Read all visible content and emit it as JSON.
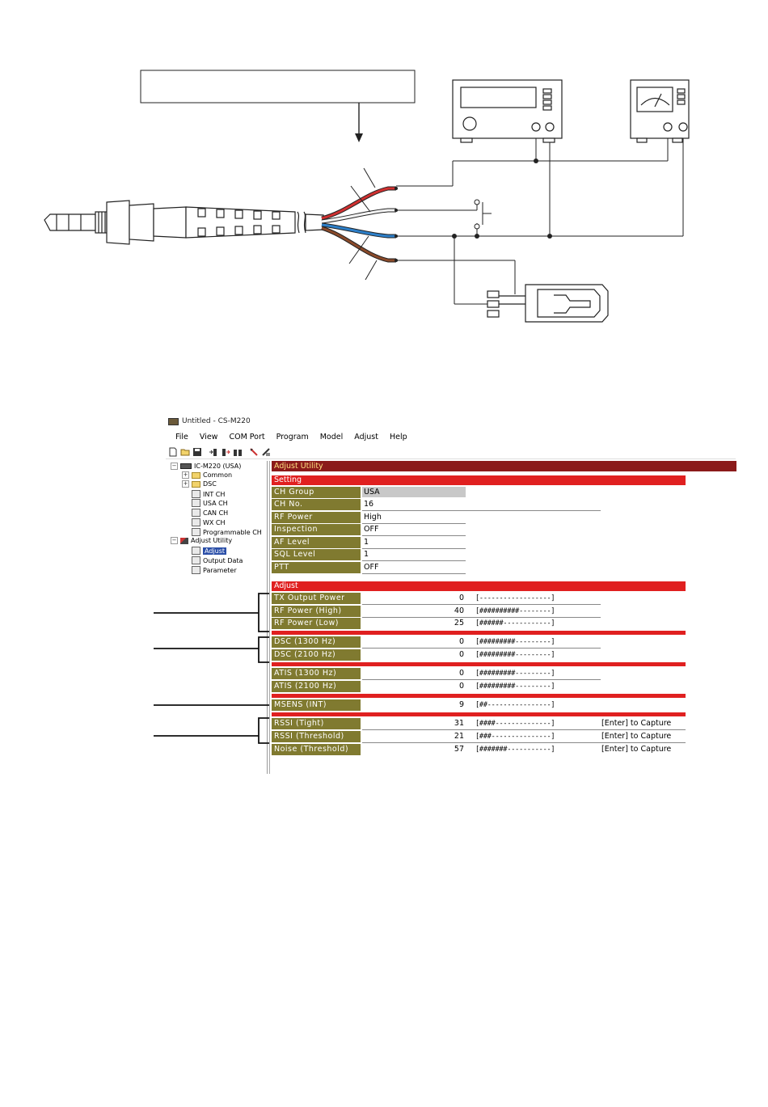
{
  "window": {
    "title": "Untitled - CS-M220",
    "menu": [
      "File",
      "View",
      "COM Port",
      "Program",
      "Model",
      "Adjust",
      "Help"
    ],
    "toolbar_icons": [
      "new-file-icon",
      "open-folder-icon",
      "save-icon",
      "read-radio-icon",
      "write-radio-icon",
      "clone-icon",
      "adjust-icon",
      "print-icon"
    ]
  },
  "tree": {
    "root": "IC-M220 (USA)",
    "items": [
      "Common",
      "DSC",
      "INT CH",
      "USA CH",
      "CAN CH",
      "WX CH",
      "Programmable CH"
    ],
    "adjust_utility": "Adjust Utility",
    "adjust_items": [
      "Adjust",
      "Output Data",
      "Parameter"
    ]
  },
  "main": {
    "header": "Adjust Utility",
    "setting_title": "Setting",
    "settings": [
      {
        "label": "CH Group",
        "value": "USA"
      },
      {
        "label": "CH No.",
        "value": "16"
      },
      {
        "label": "RF Power",
        "value": "High"
      },
      {
        "label": "Inspection",
        "value": "OFF"
      },
      {
        "label": "AF Level",
        "value": "1"
      },
      {
        "label": "SQL Level",
        "value": "1"
      },
      {
        "label": "PTT",
        "value": "OFF"
      }
    ],
    "adjust_title": "Adjust",
    "adjust_rows": [
      {
        "label": "TX Output Power",
        "value": "0",
        "bar": "[------------------]",
        "capture": ""
      },
      {
        "label": "RF Power (High)",
        "value": "40",
        "bar": "[##########--------]",
        "capture": ""
      },
      {
        "label": "RF Power (Low)",
        "value": "25",
        "bar": "[######------------]",
        "capture": ""
      },
      {
        "label": "DSC (1300 Hz)",
        "value": "0",
        "bar": "[#########---------]",
        "capture": ""
      },
      {
        "label": "DSC (2100 Hz)",
        "value": "0",
        "bar": "[#########---------]",
        "capture": ""
      },
      {
        "label": "ATIS (1300 Hz)",
        "value": "0",
        "bar": "[#########---------]",
        "capture": ""
      },
      {
        "label": "ATIS (2100 Hz)",
        "value": "0",
        "bar": "[#########---------]",
        "capture": ""
      },
      {
        "label": "MSENS (INT)",
        "value": "9",
        "bar": "[##----------------]",
        "capture": ""
      },
      {
        "label": "RSSI (Tight)",
        "value": "31",
        "bar": "[####--------------]",
        "capture": "[Enter] to Capture"
      },
      {
        "label": "RSSI (Threshold)",
        "value": "21",
        "bar": "[###---------------]",
        "capture": "[Enter] to Capture"
      },
      {
        "label": "Noise (Threshold)",
        "value": "57",
        "bar": "[#######-----------]",
        "capture": "[Enter] to Capture"
      }
    ]
  }
}
